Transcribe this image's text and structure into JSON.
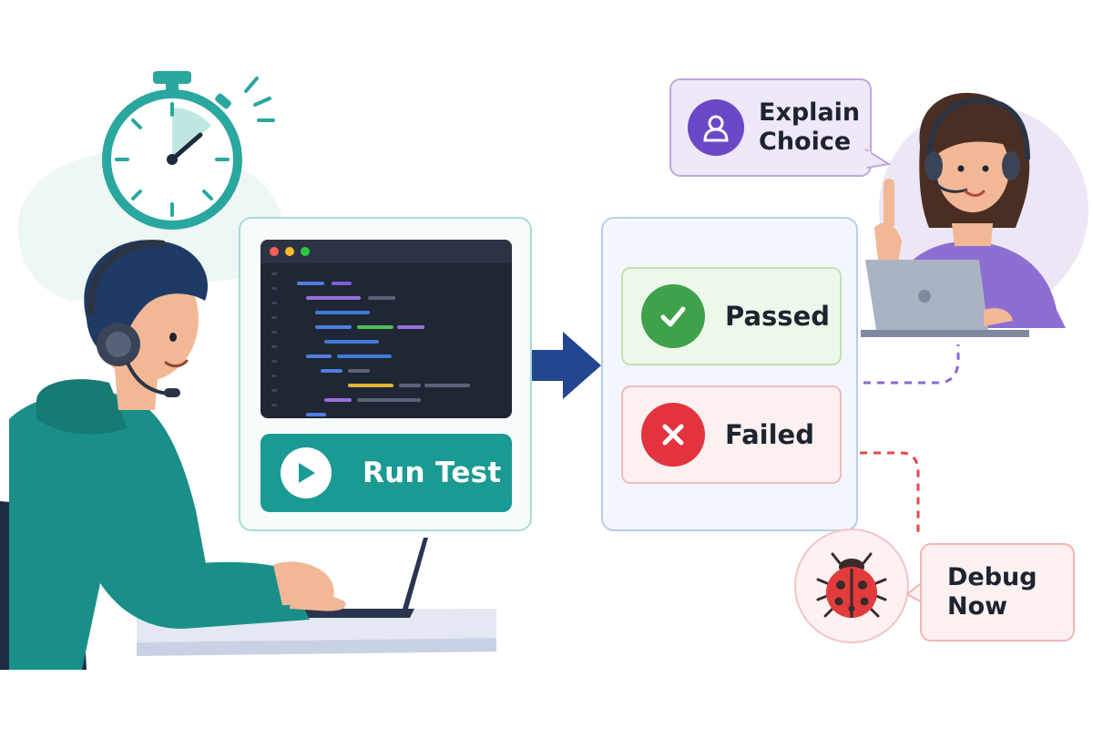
{
  "code_panel": {
    "run_button_label": "Run Test"
  },
  "results": {
    "passed_label": "Passed",
    "failed_label": "Failed"
  },
  "interviewer_bubble": {
    "line1": "Explain",
    "line2": "Choice"
  },
  "debug_bubble": {
    "line1": "Debug",
    "line2": "Now"
  },
  "colors": {
    "teal": "#1a9a92",
    "arrow_blue": "#22468f",
    "pass_green": "#3fa24a",
    "fail_red": "#e5323f",
    "purple": "#6b48c8"
  }
}
